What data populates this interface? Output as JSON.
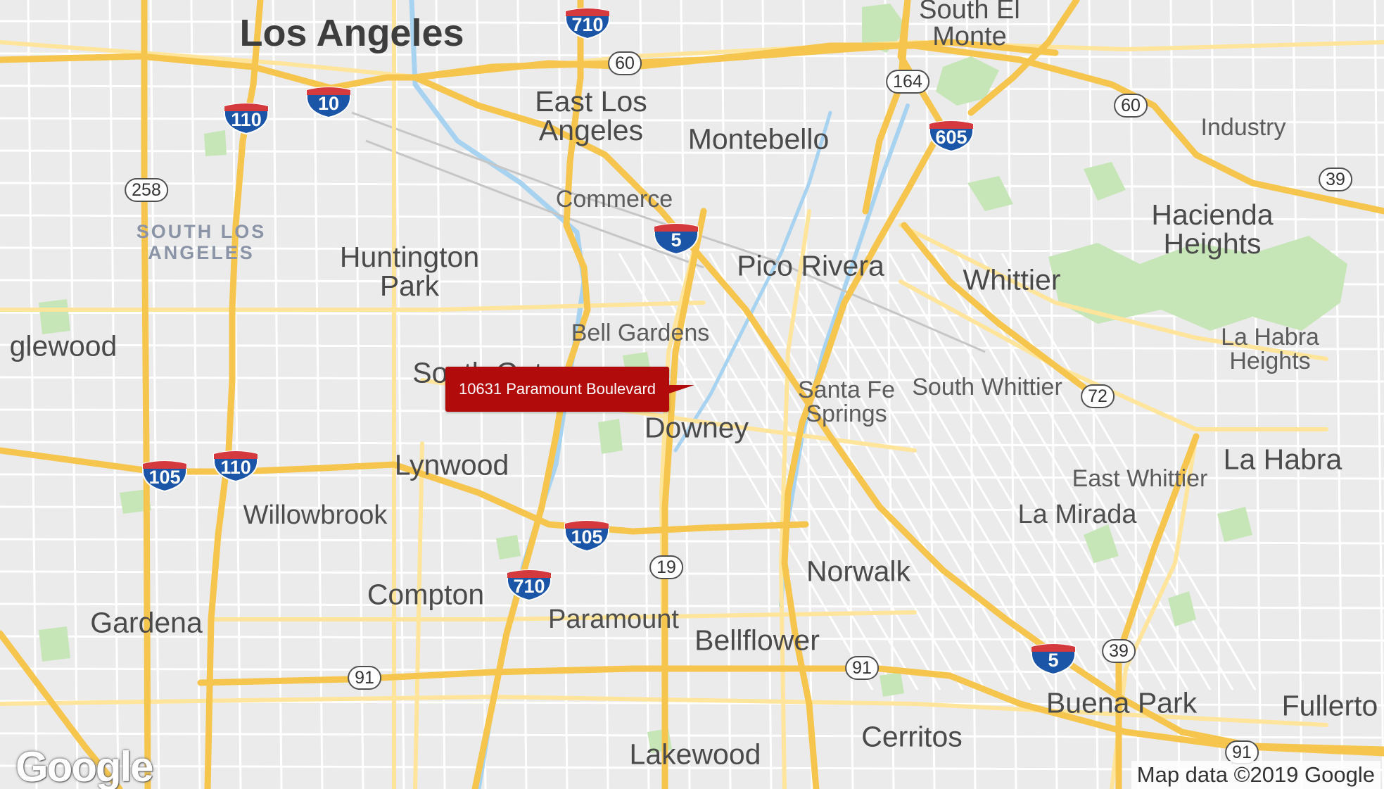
{
  "colors": {
    "land": "#ebebeb",
    "street": "#ffffff",
    "arterial": "#ffe59c",
    "freeway": "#f5c54d",
    "park": "#c7e6b8",
    "water": "#a8d3f0",
    "rail": "#c6c6c6",
    "interstate_red": "#d3393d",
    "interstate_blue": "#1b55a8",
    "marker": "#b20b0b"
  },
  "labels": [
    {
      "id": "los-angeles",
      "text": "Los Angeles",
      "cls": "city-big"
    },
    {
      "id": "east-los-angeles",
      "lines": [
        "East Los",
        "Angeles"
      ],
      "cls": "city-lg"
    },
    {
      "id": "montebello",
      "text": "Montebello",
      "cls": "city-lg"
    },
    {
      "id": "south-el-monte",
      "lines": [
        "South El",
        "Monte"
      ],
      "cls": "city-md"
    },
    {
      "id": "industry",
      "text": "Industry",
      "cls": "city-sm"
    },
    {
      "id": "commerce",
      "text": "Commerce",
      "cls": "city-sm"
    },
    {
      "id": "hacienda-heights",
      "lines": [
        "Hacienda",
        "Heights"
      ],
      "cls": "city-lg"
    },
    {
      "id": "south-los-angeles",
      "lines": [
        "SOUTH LOS",
        "ANGELES"
      ],
      "cls": "district"
    },
    {
      "id": "huntington-park",
      "lines": [
        "Huntington",
        "Park"
      ],
      "cls": "city-lg"
    },
    {
      "id": "pico-rivera",
      "text": "Pico Rivera",
      "cls": "city-lg"
    },
    {
      "id": "whittier",
      "text": "Whittier",
      "cls": "city-lg"
    },
    {
      "id": "inglewood",
      "text": "glewood",
      "cls": "city-lg"
    },
    {
      "id": "bell-gardens",
      "text": "Bell Gardens",
      "cls": "city-sm"
    },
    {
      "id": "la-habra-heights",
      "lines": [
        "La Habra",
        "Heights"
      ],
      "cls": "city-sm"
    },
    {
      "id": "south-gate",
      "text": "South Gate",
      "cls": "city-lg"
    },
    {
      "id": "santa-fe-springs",
      "lines": [
        "Santa Fe",
        "Springs"
      ],
      "cls": "city-sm"
    },
    {
      "id": "south-whittier",
      "text": "South Whittier",
      "cls": "city-sm"
    },
    {
      "id": "downey",
      "text": "Downey",
      "cls": "city-lg"
    },
    {
      "id": "lynwood",
      "text": "Lynwood",
      "cls": "city-lg"
    },
    {
      "id": "la-habra",
      "text": "La Habra",
      "cls": "city-lg"
    },
    {
      "id": "east-whittier",
      "text": "East Whittier",
      "cls": "city-sm"
    },
    {
      "id": "willowbrook",
      "text": "Willowbrook",
      "cls": "city-md"
    },
    {
      "id": "la-mirada",
      "text": "La Mirada",
      "cls": "city-md"
    },
    {
      "id": "norwalk",
      "text": "Norwalk",
      "cls": "city-lg"
    },
    {
      "id": "compton",
      "text": "Compton",
      "cls": "city-lg"
    },
    {
      "id": "paramount",
      "text": "Paramount",
      "cls": "city-md"
    },
    {
      "id": "gardena",
      "text": "Gardena",
      "cls": "city-lg"
    },
    {
      "id": "bellflower",
      "text": "Bellflower",
      "cls": "city-lg"
    },
    {
      "id": "buena-park",
      "text": "Buena Park",
      "cls": "city-lg"
    },
    {
      "id": "fullerton",
      "text": "Fullerto",
      "cls": "city-lg"
    },
    {
      "id": "cerritos",
      "text": "Cerritos",
      "cls": "city-lg"
    },
    {
      "id": "lakewood",
      "text": "Lakewood",
      "cls": "city-lg"
    }
  ],
  "shields": [
    {
      "id": "i710-north",
      "type": "interstate",
      "text": "710"
    },
    {
      "id": "i110-north",
      "type": "interstate",
      "text": "110"
    },
    {
      "id": "i10",
      "type": "interstate",
      "text": "10"
    },
    {
      "id": "i605",
      "type": "interstate",
      "text": "605"
    },
    {
      "id": "i5-commerce",
      "type": "interstate",
      "text": "5"
    },
    {
      "id": "i105-west",
      "type": "interstate",
      "text": "105"
    },
    {
      "id": "i110-south",
      "type": "interstate",
      "text": "110"
    },
    {
      "id": "i105-east",
      "type": "interstate",
      "text": "105"
    },
    {
      "id": "i710-south",
      "type": "interstate",
      "text": "710"
    },
    {
      "id": "i5-buena-park",
      "type": "interstate",
      "text": "5"
    },
    {
      "id": "sr60-west",
      "type": "state",
      "text": "60"
    },
    {
      "id": "sr164",
      "type": "state",
      "text": "164"
    },
    {
      "id": "sr60-east",
      "type": "state",
      "text": "60"
    },
    {
      "id": "sr39-north",
      "type": "state",
      "text": "39"
    },
    {
      "id": "sr258",
      "type": "state",
      "text": "258"
    },
    {
      "id": "sr72",
      "type": "state",
      "text": "72"
    },
    {
      "id": "sr19",
      "type": "state",
      "text": "19"
    },
    {
      "id": "sr39-south",
      "type": "state",
      "text": "39"
    },
    {
      "id": "sr91-west",
      "type": "state",
      "text": "91"
    },
    {
      "id": "sr91-central",
      "type": "state",
      "text": "91"
    },
    {
      "id": "sr91-east",
      "type": "state",
      "text": "91"
    }
  ],
  "marker": {
    "text": "10631 Paramount Boulevard"
  },
  "logo": {
    "text": "Google"
  },
  "attribution": {
    "text": "Map data ©2019 Google"
  }
}
